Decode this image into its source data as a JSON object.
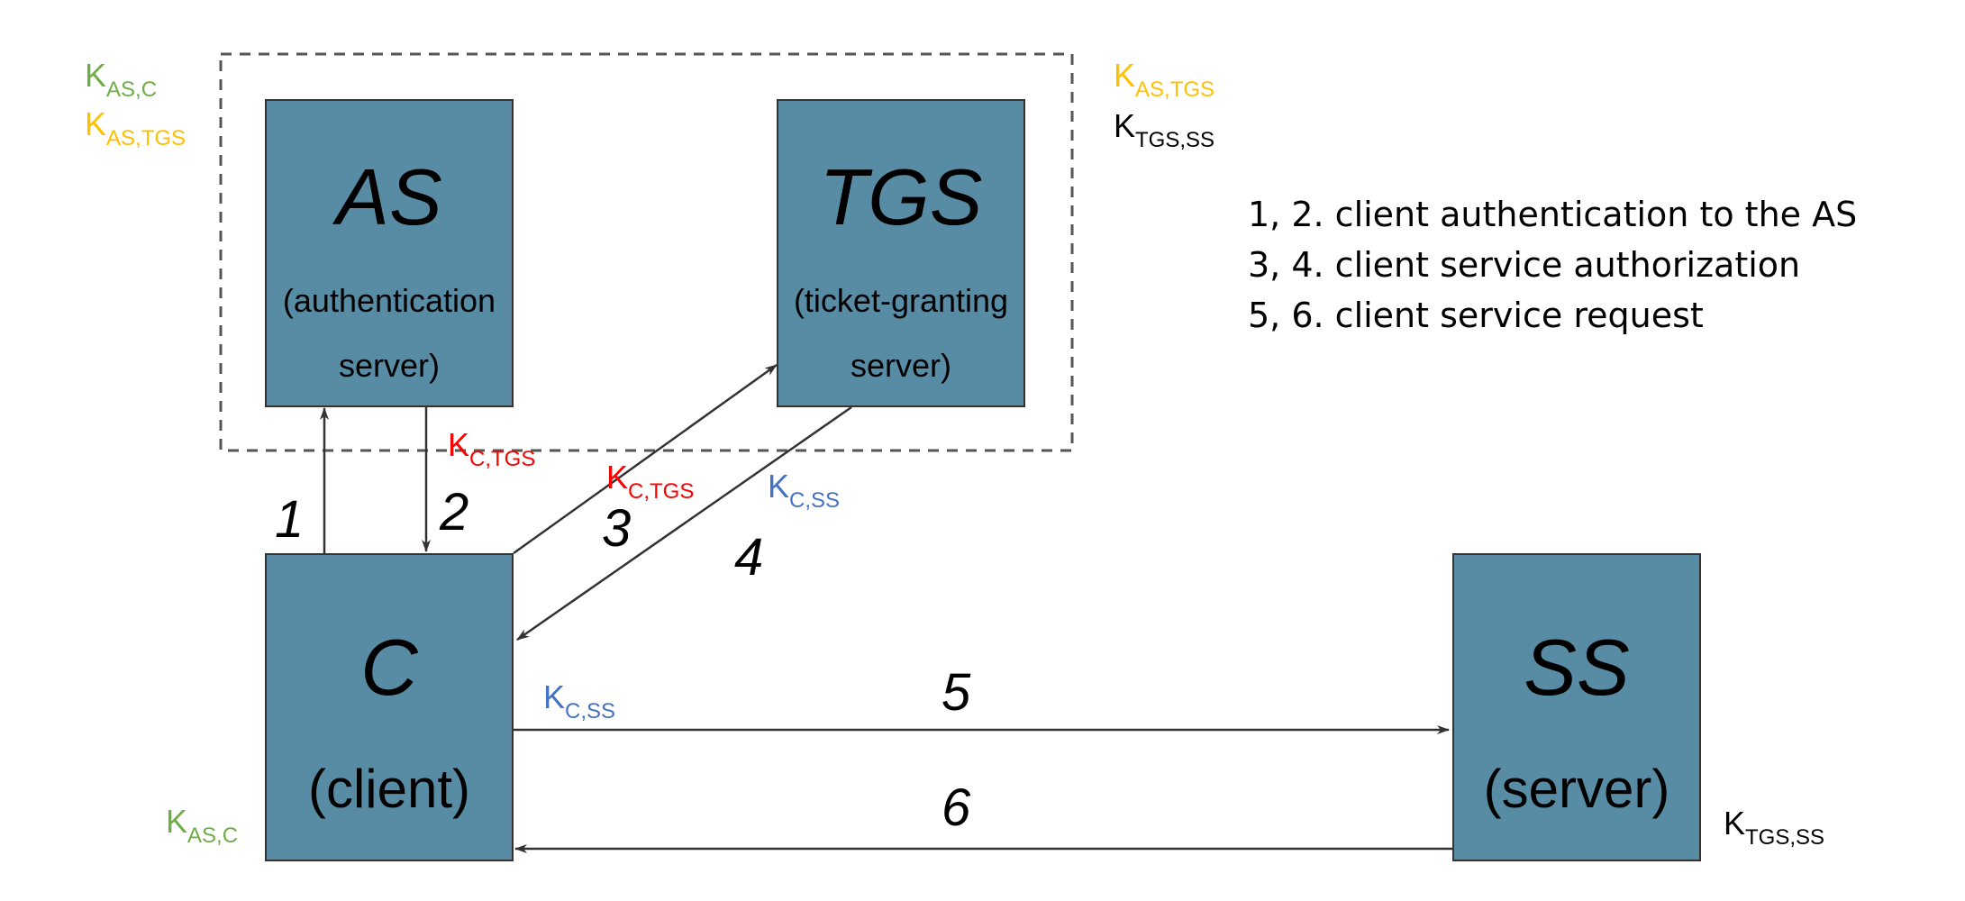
{
  "colors": {
    "box_fill": "#588ca5",
    "green": "#70ad47",
    "yellow": "#ffc000",
    "red": "#ff0000",
    "blue": "#4472c4",
    "black": "#000000"
  },
  "boxes": {
    "as": {
      "title": "AS",
      "sub1": "(authentication",
      "sub2": "server)"
    },
    "tgs": {
      "title": "TGS",
      "sub1": "(ticket-granting",
      "sub2": "server)"
    },
    "c": {
      "title": "C",
      "sub": "(client)"
    },
    "ss": {
      "title": "SS",
      "sub": "(server)"
    }
  },
  "steps": {
    "s1": "1",
    "s2": "2",
    "s3": "3",
    "s4": "4",
    "s5": "5",
    "s6": "6"
  },
  "keys": {
    "k": "K",
    "as_c": "AS,C",
    "as_tgs": "AS,TGS",
    "tgs_ss": "TGS,SS",
    "c_tgs": "C,TGS",
    "c_ss": "C,SS"
  },
  "legend": [
    "1, 2. client authentication to the AS",
    "3, 4. client service authorization",
    "5, 6. client service request"
  ]
}
